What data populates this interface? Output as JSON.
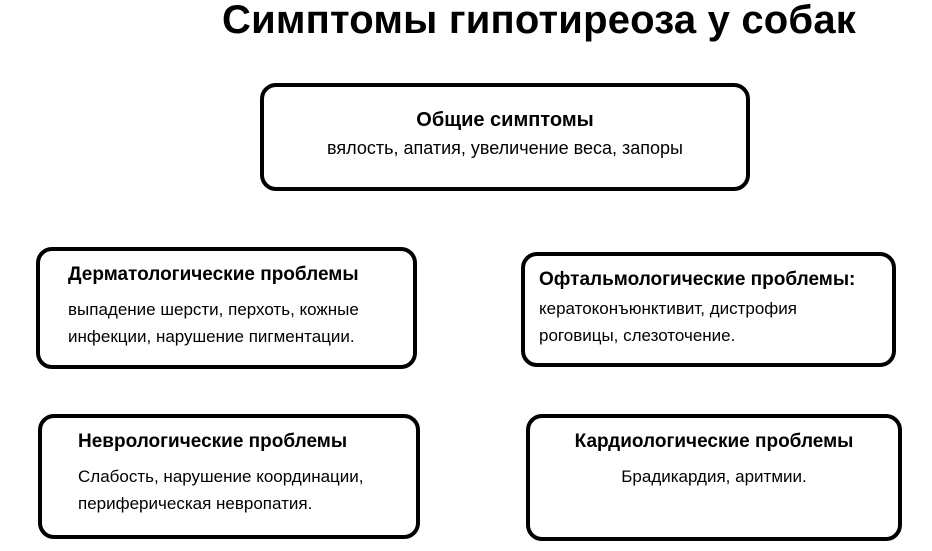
{
  "title": "Симптомы гипотиреоза у собак",
  "boxes": {
    "general": {
      "heading": "Общие симптомы",
      "text": "вялость, апатия, увеличение веса, запоры"
    },
    "dermatological": {
      "heading": "Дерматологические проблемы",
      "text": "выпадение шерсти, перхоть, кожные инфекции, нарушение пигментации."
    },
    "ophthalmological": {
      "heading": "Офтальмологические проблемы:",
      "text": "кератоконъюнктивит, дистрофия роговицы, слезоточение."
    },
    "neurological": {
      "heading": "Неврологические проблемы",
      "text": "Слабость, нарушение координации, периферическая невропатия."
    },
    "cardiological": {
      "heading": "Кардиологические проблемы",
      "text": "Брадикардия, аритмии."
    }
  }
}
